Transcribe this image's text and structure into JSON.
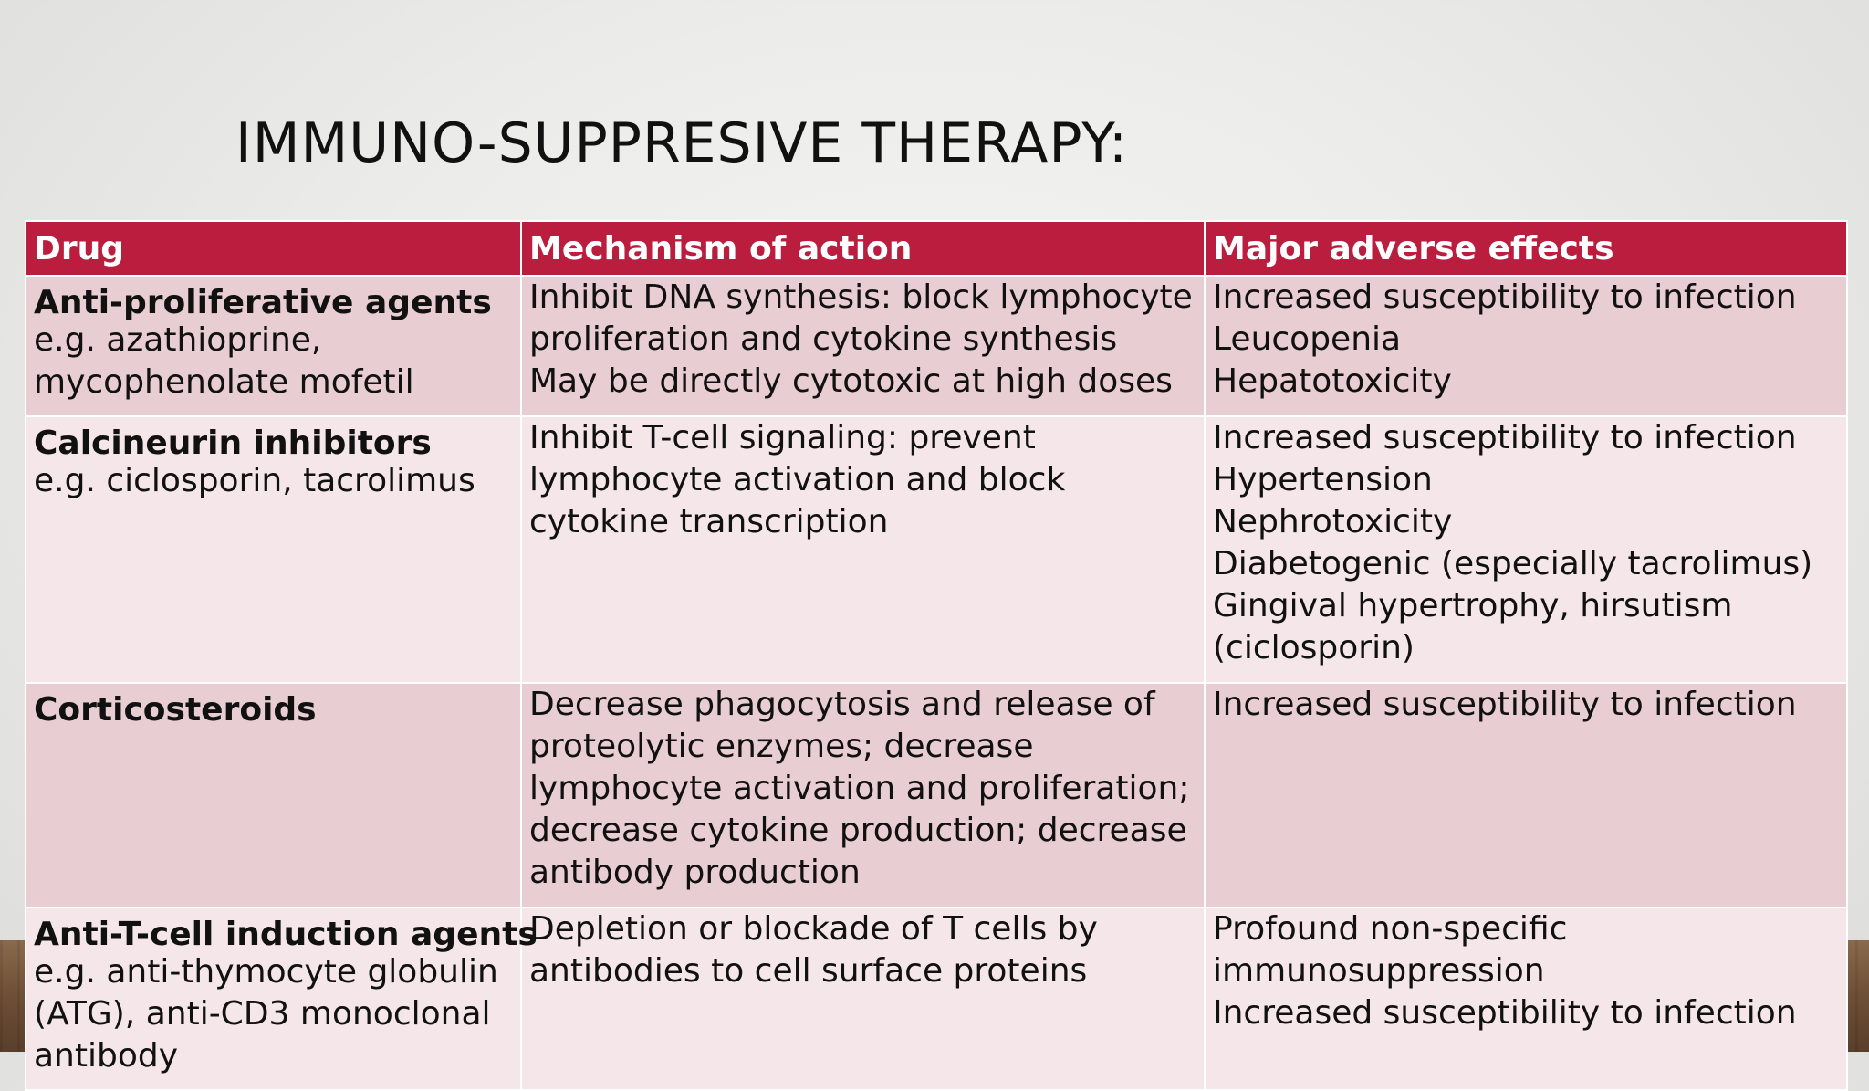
{
  "slide": {
    "title": "IMMUNO-SUPPRESIVE THERAPY:"
  },
  "table": {
    "headers": [
      "Drug",
      "Mechanism of action",
      "Major adverse effects"
    ],
    "rows": [
      {
        "drug_name": "Anti-proliferative agents",
        "drug_example": "e.g. azathioprine, mycophenolate mofetil",
        "mechanism": [
          "Inhibit DNA synthesis: block lymphocyte proliferation and cytokine synthesis",
          "May be directly cytotoxic at high doses"
        ],
        "adverse": [
          "Increased susceptibility to infection",
          "Leucopenia",
          "Hepatotoxicity"
        ]
      },
      {
        "drug_name": "Calcineurin inhibitors",
        "drug_example": "e.g. ciclosporin, tacrolimus",
        "mechanism": [
          "Inhibit T-cell signaling: prevent lymphocyte activation and block cytokine transcription"
        ],
        "adverse": [
          "Increased susceptibility to infection",
          "Hypertension",
          "Nephrotoxicity",
          "Diabetogenic (especially tacrolimus)",
          "Gingival hypertrophy, hirsutism (ciclosporin)"
        ]
      },
      {
        "drug_name": "Corticosteroids",
        "drug_example": "",
        "mechanism": [
          "Decrease phagocytosis and release of proteolytic enzymes; decrease lymphocyte activation and proliferation; decrease cytokine production; decrease antibody production"
        ],
        "adverse": [
          "Increased susceptibility to infection"
        ]
      },
      {
        "drug_name": "Anti-T-cell induction agents",
        "drug_example": "e.g. anti-thymocyte globulin (ATG), anti-CD3 monoclonal antibody",
        "mechanism": [
          "Depletion or blockade of T cells by antibodies to cell surface proteins"
        ],
        "adverse": [
          "Profound non-specific immunosuppression",
          "Increased susceptibility to infection"
        ]
      }
    ]
  },
  "colors": {
    "header_bg": "#bb1d3f",
    "row_dark": "#e8cdd2",
    "row_light": "#f4e6e9"
  }
}
